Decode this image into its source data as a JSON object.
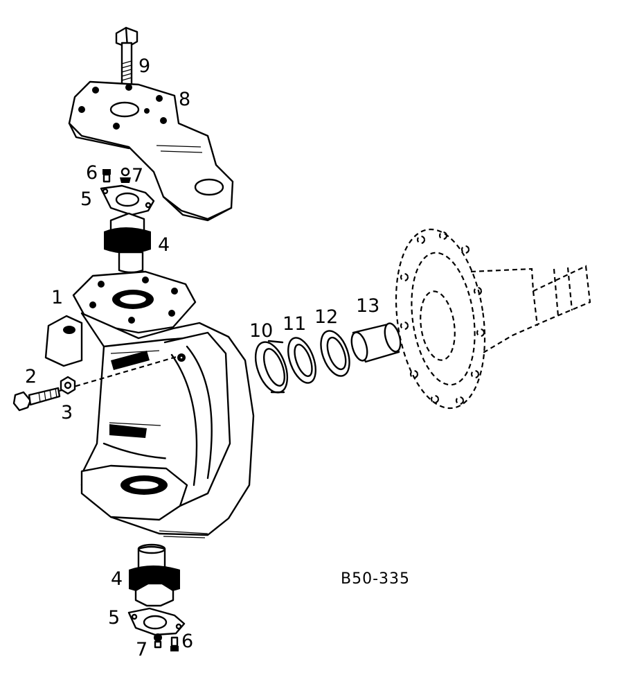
{
  "figure": {
    "reference": "B50-335"
  },
  "callouts": {
    "c1": "1",
    "c2": "2",
    "c3": "3",
    "c4_top": "4",
    "c4_bottom": "4",
    "c5_top": "5",
    "c5_bottom": "5",
    "c6_top": "6",
    "c6_bottom": "6",
    "c7_top": "7",
    "c7_bottom": "7",
    "c8": "8",
    "c9": "9",
    "c10": "10",
    "c11": "11",
    "c12": "12",
    "c13": "13"
  }
}
